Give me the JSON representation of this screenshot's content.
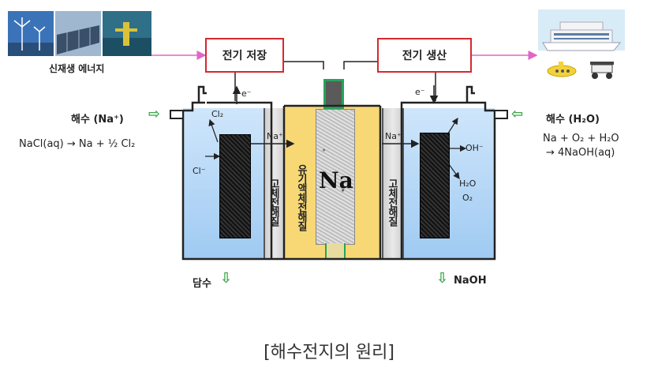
{
  "top_left": {
    "label": "신재생 에너지"
  },
  "boxes": {
    "store": "전기 저장",
    "produce": "전기 생산"
  },
  "left": {
    "seawater_label": "해수 (Na⁺)",
    "reaction": "NaCl(aq) → Na + ½ Cl₂",
    "cl2": "Cl₂",
    "cl_minus": "Cl⁻",
    "electron": "e⁻",
    "na_plus": "Na⁺",
    "outflow": "담수"
  },
  "right": {
    "seawater_label": "해수 (H₂O)",
    "reaction_line1": "Na + O₂ + H₂O",
    "reaction_line2": "→ 4NaOH(aq)",
    "oh_minus": "OH⁻",
    "h2o": "H₂O",
    "o2": "O₂",
    "electron": "e⁻",
    "na_plus": "Na⁺",
    "outflow": "NaOH"
  },
  "center": {
    "solid_electrolyte": "고체전해질",
    "organic_electrolyte": "유기액체전해질",
    "na": "Na"
  },
  "caption": "[해수전지의 원리]",
  "colors": {
    "box_border": "#d7282f",
    "seawater": "#9fcaf2",
    "organic": "#f7d875",
    "arrow": "#3da64a",
    "line_pink": "#e066c8"
  }
}
